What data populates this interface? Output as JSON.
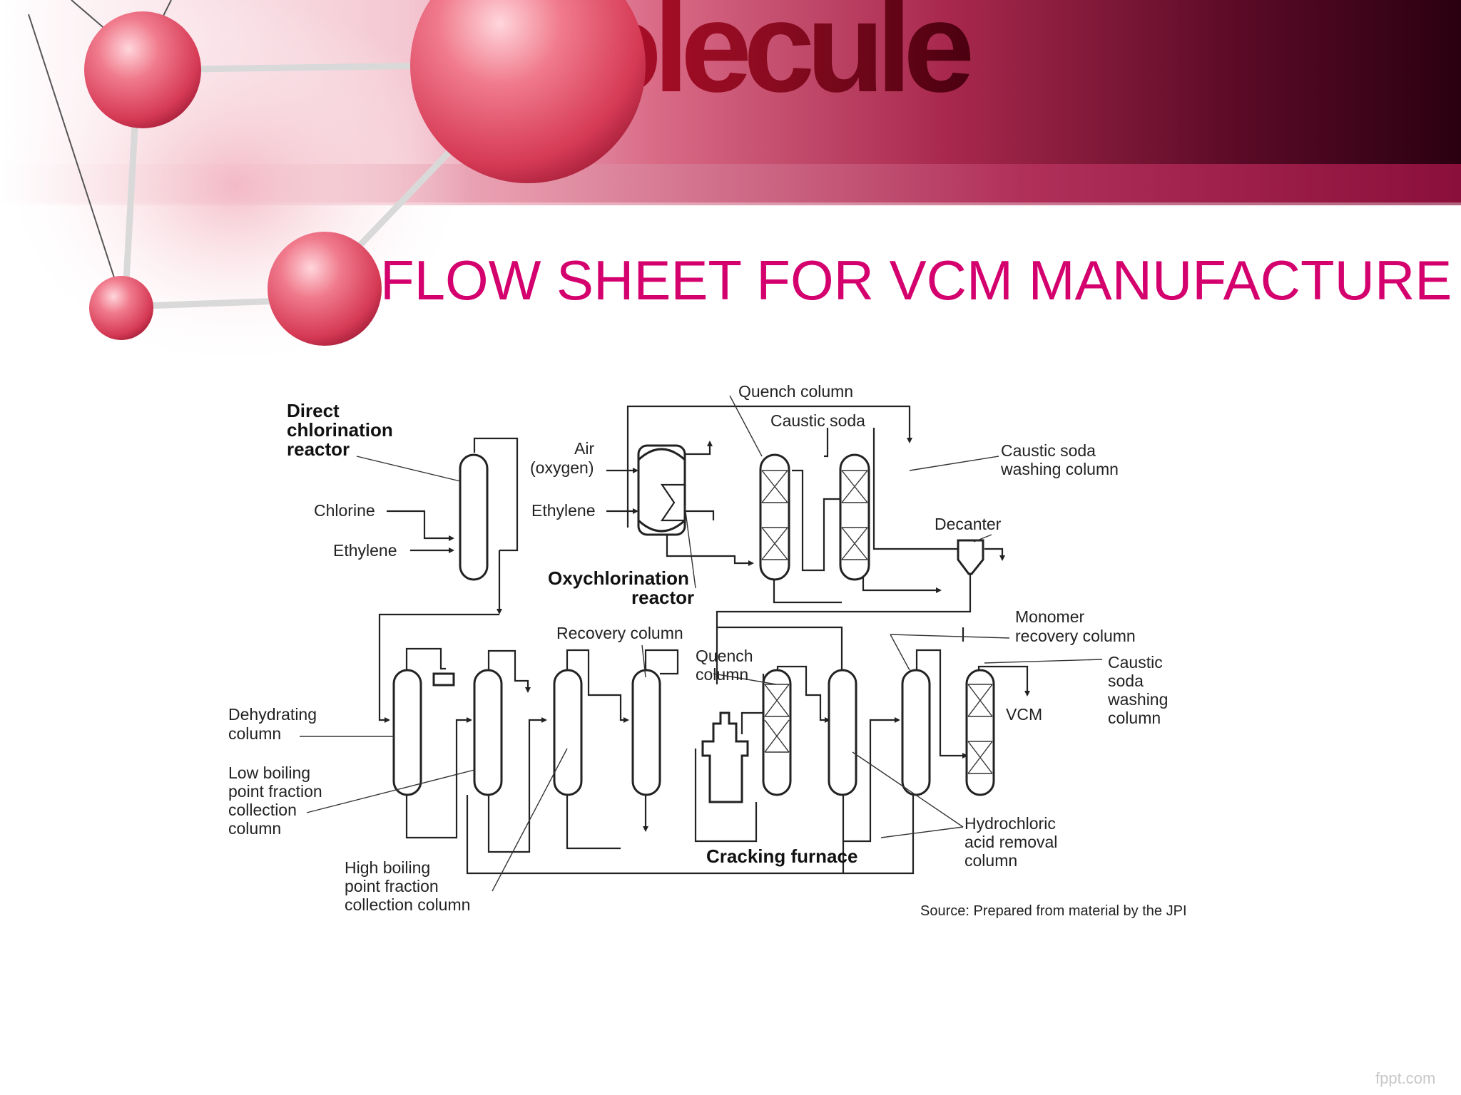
{
  "slide": {
    "logo_text": "molecule",
    "title": "FLOW SHEET FOR VCM MANUFACTURE",
    "footer": "fppt.com",
    "colors": {
      "title": "#d4006e",
      "banner_dark": "#3a0014",
      "sphere": "#e8566f"
    }
  },
  "diagram": {
    "labels": {
      "direct_reactor": [
        "Direct",
        "chlorination",
        "reactor"
      ],
      "chlorine": "Chlorine",
      "ethylene_1": "Ethylene",
      "air": [
        "Air",
        "(oxygen)"
      ],
      "ethylene_2": "Ethylene",
      "oxy_reactor": [
        "Oxychlorination",
        "reactor"
      ],
      "quench_column_top": "Quench column",
      "caustic_soda_top": "Caustic soda",
      "caustic_wash_top": [
        "Caustic soda",
        "washing column"
      ],
      "decanter": "Decanter",
      "recovery_column": "Recovery column",
      "quench_column_bottom": [
        "Quench",
        "column"
      ],
      "monomer_recovery": [
        "Monomer",
        "recovery column"
      ],
      "caustic_wash_bottom": [
        "Caustic",
        "soda",
        "washing",
        "column"
      ],
      "vcm": "VCM",
      "dehydrating": [
        "Dehydrating",
        "column"
      ],
      "low_boiling": [
        "Low boiling",
        "point fraction",
        "collection",
        "column"
      ],
      "high_boiling": [
        "High boiling",
        "point fraction",
        "collection column"
      ],
      "cracking_furnace": "Cracking furnace",
      "hcl_removal": [
        "Hydrochloric",
        "acid removal",
        "column"
      ],
      "source": "Source: Prepared from material by the JPI"
    }
  }
}
